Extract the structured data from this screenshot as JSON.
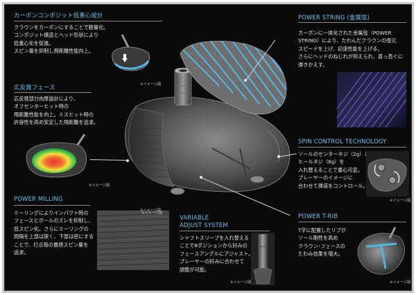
{
  "sections": {
    "low_cg": {
      "title": "カーボンコンポジット低重心設計",
      "lines": [
        "クラウンをカーボンにすることで軽量化。",
        "コンポジット構造とヘッド形状により",
        "低重心化を促進。",
        "スピン量を抑制し飛距離性能向上。"
      ],
      "caption": "※イメージ図"
    },
    "face": {
      "title": "広反発フェース",
      "lines": [
        "広反発部分肉厚設計により、",
        "オフセンターヒット時の",
        "飛距離性能を向上。ミスヒット時の",
        "許容性を高め安定した飛距離を追求。"
      ],
      "caption": "※イメージ図"
    },
    "milling": {
      "title": "POWER MILLING",
      "lines": [
        "ミーリングによりインパクト時の",
        "フェースとボールのズレを抑制し、",
        "低スピン化。さらにミーリングの",
        "間隔を上部は狭く、下部は密にする",
        "ことで、打点毎の最適スピン量を",
        "追求。"
      ],
      "caption": "※イメージ図"
    },
    "adjust": {
      "title_line1": "VARIABLE",
      "title_line2": "ADJUST SYSTEM",
      "lines": [
        "シャフトスリーブを入れ替える",
        "ことで8ポジションから好みの",
        "フェースアングルにアジャスト。",
        "プレーヤーの好みに合わせて",
        "調整が可能。"
      ],
      "caption": "※イメージ図"
    },
    "string": {
      "title": "POWER STRING (金属弦)",
      "lines": [
        "カーボンに一体化された金属弦（POWER",
        "STRING）により、たわんだクラウンの復元",
        "スピードを上げ、初速性能を上げる。",
        "さらにヘッドのねじれが抑えられ、真っ直ぐに",
        "弾きかえす。"
      ]
    },
    "spin": {
      "title": "SPIN CONTROL TECHNOLOGY",
      "lines": [
        "ソールのセンターネジ（2g）と",
        "ヒールネジ（8g）を",
        "入れ替えることで重心可変。",
        "プレーヤーのイメージに",
        "合わせて弾道をコントロール。"
      ],
      "caption": "※イメージ図"
    },
    "trib": {
      "title": "POWER T-RIB",
      "lines": [
        "T字に配置したリブが",
        "ソール剛性を高め",
        "クラウン･フェースの",
        "たわみ効果を増大。"
      ],
      "caption": "※イメージ図"
    }
  },
  "main_caption": "※イメージ図",
  "colors": {
    "accent": "#6fc3ea",
    "string_blue": "#4fb8e8",
    "heat_red": "#e8323c",
    "heat_yellow": "#f2e23a",
    "heat_green": "#3cc050"
  },
  "icons": [
    "driver-head-illustration",
    "crown-string-illustration",
    "face-heatmap-illustration",
    "milling-texture-illustration",
    "sleeve-illustration",
    "sole-screws-illustration",
    "t-rib-illustration"
  ]
}
